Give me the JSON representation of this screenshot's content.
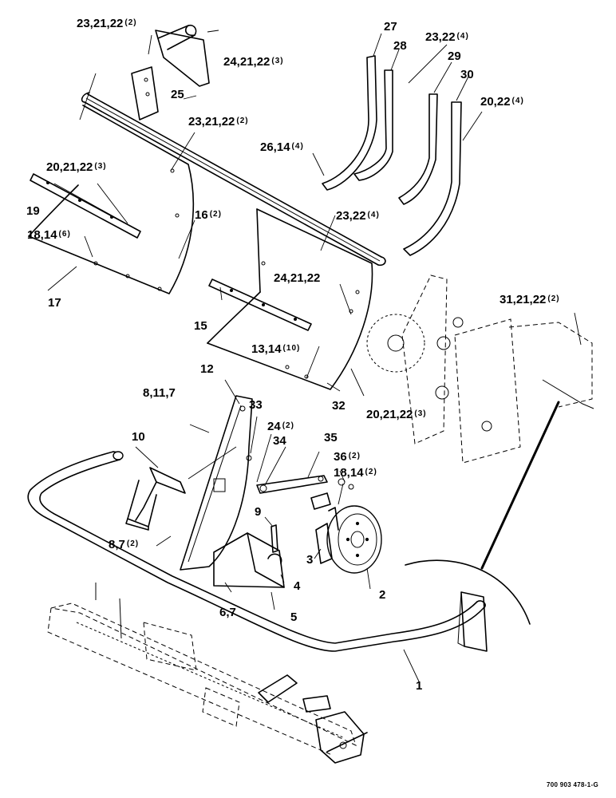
{
  "drawing_number": "700 903 478-1-G",
  "callouts": [
    {
      "id": "c-23-21-22-a",
      "label": "23,21,22",
      "qty": "(2)"
    },
    {
      "id": "c-24-21-22-3",
      "label": "24,21,22",
      "qty": "(3)"
    },
    {
      "id": "c-27",
      "label": "27",
      "qty": ""
    },
    {
      "id": "c-28",
      "label": "28",
      "qty": ""
    },
    {
      "id": "c-23-22-4-a",
      "label": "23,22",
      "qty": "(4)"
    },
    {
      "id": "c-29",
      "label": "29",
      "qty": ""
    },
    {
      "id": "c-30",
      "label": "30",
      "qty": ""
    },
    {
      "id": "c-20-22-4",
      "label": "20,22",
      "qty": "(4)"
    },
    {
      "id": "c-25",
      "label": "25",
      "qty": ""
    },
    {
      "id": "c-23-21-22-b",
      "label": "23,21,22",
      "qty": "(2)"
    },
    {
      "id": "c-26-14-4",
      "label": "26,14",
      "qty": "(4)"
    },
    {
      "id": "c-20-21-22-a",
      "label": "20,21,22",
      "qty": "(3)"
    },
    {
      "id": "c-19",
      "label": "19",
      "qty": ""
    },
    {
      "id": "c-16-2",
      "label": "16",
      "qty": "(2)"
    },
    {
      "id": "c-23-22-4-b",
      "label": "23,22",
      "qty": "(4)"
    },
    {
      "id": "c-18-14-6",
      "label": "18,14",
      "qty": "(6)"
    },
    {
      "id": "c-17",
      "label": "17",
      "qty": ""
    },
    {
      "id": "c-24-21-22",
      "label": "24,21,22",
      "qty": ""
    },
    {
      "id": "c-31-21-22",
      "label": "31,21,22",
      "qty": "(2)"
    },
    {
      "id": "c-15",
      "label": "15",
      "qty": ""
    },
    {
      "id": "c-13-14-10",
      "label": "13,14",
      "qty": "(10)"
    },
    {
      "id": "c-12",
      "label": "12",
      "qty": ""
    },
    {
      "id": "c-8-11-7",
      "label": "8,11,7",
      "qty": ""
    },
    {
      "id": "c-33",
      "label": "33",
      "qty": ""
    },
    {
      "id": "c-32",
      "label": "32",
      "qty": ""
    },
    {
      "id": "c-20-21-22-b",
      "label": "20,21,22",
      "qty": "(3)"
    },
    {
      "id": "c-24-2",
      "label": "24",
      "qty": "(2)"
    },
    {
      "id": "c-10",
      "label": "10",
      "qty": ""
    },
    {
      "id": "c-34",
      "label": "34",
      "qty": ""
    },
    {
      "id": "c-35",
      "label": "35",
      "qty": ""
    },
    {
      "id": "c-36-2",
      "label": "36",
      "qty": "(2)"
    },
    {
      "id": "c-18-14-2",
      "label": "18,14",
      "qty": "(2)"
    },
    {
      "id": "c-9",
      "label": "9",
      "qty": ""
    },
    {
      "id": "c-8-7-2",
      "label": "8,7",
      "qty": "(2)"
    },
    {
      "id": "c-3",
      "label": "3",
      "qty": ""
    },
    {
      "id": "c-4",
      "label": "4",
      "qty": ""
    },
    {
      "id": "c-2",
      "label": "2",
      "qty": ""
    },
    {
      "id": "c-6-7",
      "label": "6,7",
      "qty": ""
    },
    {
      "id": "c-5",
      "label": "5",
      "qty": ""
    },
    {
      "id": "c-1",
      "label": "1",
      "qty": ""
    }
  ]
}
